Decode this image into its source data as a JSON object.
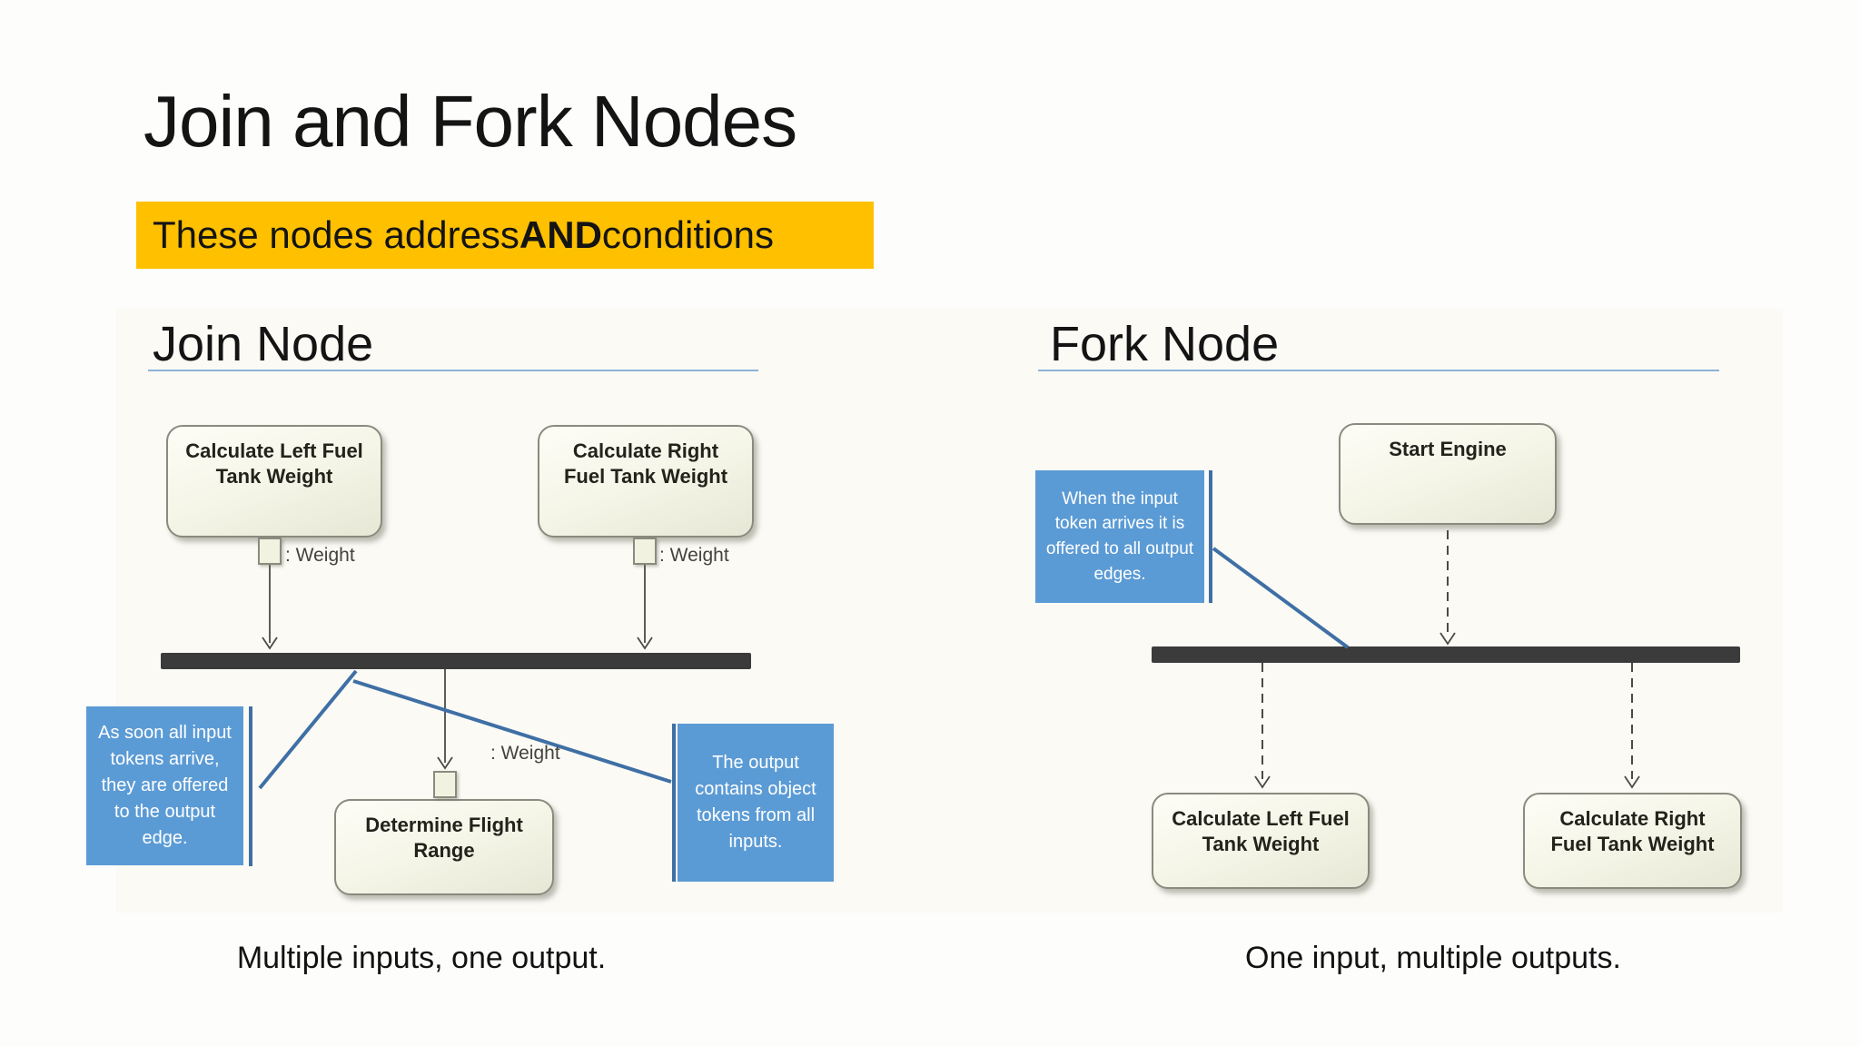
{
  "slide": {
    "title": "Join and Fork Nodes",
    "subtitle": {
      "prefix": "These nodes address ",
      "bold": "AND",
      "suffix": " conditions"
    },
    "colors": {
      "highlight_yellow": "#FFC000",
      "callout_blue": "#5B9BD5",
      "connector_blue": "#3F6FA5",
      "sync_bar": "#3B3B3B",
      "heading_rule_blue": "#8FB2D8"
    }
  },
  "join": {
    "heading": "Join Node",
    "caption": "Multiple inputs, one output.",
    "nodes": {
      "left": "Calculate Left Fuel Tank Weight",
      "right": "Calculate Right Fuel Tank Weight",
      "output": "Determine Flight Range"
    },
    "pin_labels": {
      "left": ": Weight",
      "right": ": Weight",
      "output": ": Weight"
    },
    "callouts": {
      "left": "As soon all input tokens arrive, they are offered to the output edge.",
      "right": "The output contains object tokens from all inputs."
    }
  },
  "fork": {
    "heading": "Fork Node",
    "caption": "One input, multiple outputs.",
    "nodes": {
      "input": "Start Engine",
      "left": "Calculate Left Fuel Tank Weight",
      "right": "Calculate Right Fuel Tank Weight"
    },
    "callout": "When the input token arrives it is offered to all output edges."
  }
}
